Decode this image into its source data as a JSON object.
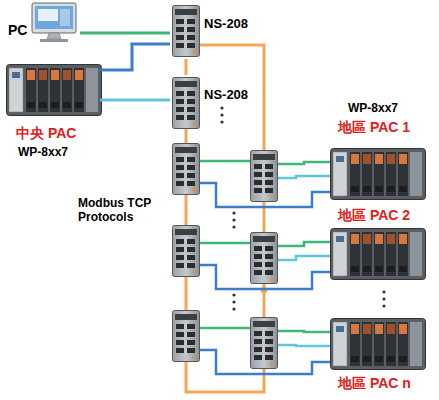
{
  "diagram": {
    "nodes": [
      {
        "text": [
          "PC"
        ]
      },
      {
        "text": [
          "NS-208"
        ]
      },
      {
        "text": [
          "中央 PAC",
          "WP-8xx7"
        ]
      },
      {
        "text": [
          "NS-208"
        ]
      },
      {
        "text": [
          "WP-8xx7",
          "地區 PAC 1"
        ]
      },
      {
        "text": [
          "地區 PAC 2"
        ]
      },
      {
        "text": [
          "地區 PAC n"
        ]
      }
    ],
    "edges": [
      {
        "from": 0,
        "to": 1,
        "arrow": "none"
      },
      {
        "from": 2,
        "to": 1,
        "arrow": "none"
      },
      {
        "from": 2,
        "to": 3,
        "arrow": "none"
      },
      {
        "from": 1,
        "to": 3,
        "arrow": "none"
      }
    ],
    "labels": [
      "Modbus TCP Protocols"
    ]
  }
}
